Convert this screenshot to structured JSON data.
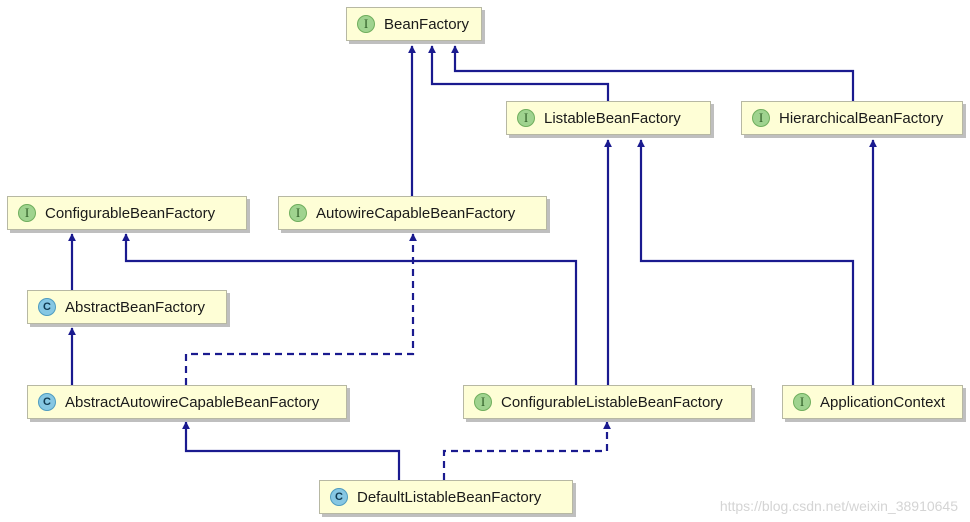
{
  "badges": {
    "interface": "I",
    "class": "C"
  },
  "colors": {
    "edge": "#1a1a8f",
    "node_fill": "#fefed6"
  },
  "nodes": {
    "bean_factory": {
      "label": "BeanFactory",
      "kind": "interface"
    },
    "listable": {
      "label": "ListableBeanFactory",
      "kind": "interface"
    },
    "hierarchical": {
      "label": "HierarchicalBeanFactory",
      "kind": "interface"
    },
    "configurable": {
      "label": "ConfigurableBeanFactory",
      "kind": "interface"
    },
    "autowire_capable": {
      "label": "AutowireCapableBeanFactory",
      "kind": "interface"
    },
    "abstract_bf": {
      "label": "AbstractBeanFactory",
      "kind": "class"
    },
    "abstract_autowire": {
      "label": "AbstractAutowireCapableBeanFactory",
      "kind": "class"
    },
    "configurable_listable": {
      "label": "ConfigurableListableBeanFactory",
      "kind": "interface"
    },
    "application_context": {
      "label": "ApplicationContext",
      "kind": "interface"
    },
    "default_listable": {
      "label": "DefaultListableBeanFactory",
      "kind": "class"
    }
  },
  "edges": [
    {
      "from": "listable",
      "to": "bean_factory",
      "style": "solid"
    },
    {
      "from": "hierarchical",
      "to": "bean_factory",
      "style": "solid"
    },
    {
      "from": "autowire_capable",
      "to": "bean_factory",
      "style": "solid"
    },
    {
      "from": "abstract_bf",
      "to": "configurable",
      "style": "solid"
    },
    {
      "from": "abstract_autowire",
      "to": "abstract_bf",
      "style": "solid"
    },
    {
      "from": "abstract_autowire",
      "to": "autowire_capable",
      "style": "dashed"
    },
    {
      "from": "configurable_listable",
      "to": "configurable",
      "style": "solid"
    },
    {
      "from": "configurable_listable",
      "to": "listable",
      "style": "solid"
    },
    {
      "from": "application_context",
      "to": "listable",
      "style": "solid"
    },
    {
      "from": "application_context",
      "to": "hierarchical",
      "style": "solid"
    },
    {
      "from": "default_listable",
      "to": "abstract_autowire",
      "style": "solid"
    },
    {
      "from": "default_listable",
      "to": "configurable_listable",
      "style": "dashed"
    }
  ],
  "watermark": "https://blog.csdn.net/weixin_38910645"
}
